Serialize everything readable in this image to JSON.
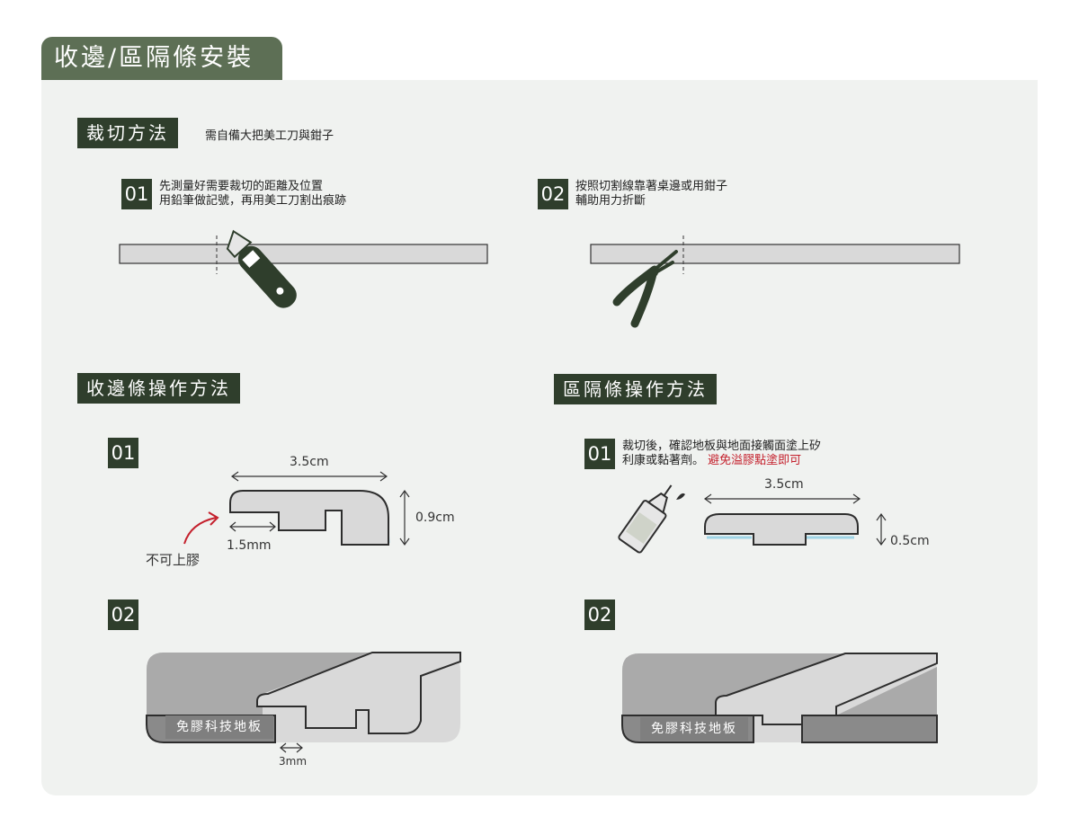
{
  "header": {
    "title": "收邊/區隔條安裝"
  },
  "cutting": {
    "title": "裁切方法",
    "note": "需自備大把美工刀與鉗子",
    "step1": {
      "num": "01",
      "line1": "先測量好需要裁切的距離及位置",
      "line2": "用鉛筆做記號，再用美工刀割出痕跡"
    },
    "step2": {
      "num": "02",
      "line1": "按照切割線靠著桌邊或用鉗子",
      "line2": "輔助用力折斷"
    }
  },
  "edge": {
    "title": "收邊條操作方法",
    "step1": {
      "num": "01",
      "width": "3.5cm",
      "height": "0.9cm",
      "lip": "1.5mm",
      "no_glue": "不可上膠"
    },
    "step2": {
      "num": "02",
      "floor": "免膠科技地板",
      "gap": "3mm"
    }
  },
  "divider": {
    "title": "區隔條操作方法",
    "step1": {
      "num": "01",
      "line1": "裁切後，確認地板與地面接觸面塗上矽",
      "line2a": "利康或黏著劑。",
      "line2b": "避免溢膠點塗即可",
      "width": "3.5cm",
      "height": "0.5cm"
    },
    "step2": {
      "num": "02",
      "floor": "免膠科技地板"
    }
  },
  "colors": {
    "tab": "#5d6f55",
    "section": "#2f3e2c",
    "panel": "#f0f2f0",
    "accent_red": "#c4202c",
    "glue": "#9fd4e6"
  }
}
